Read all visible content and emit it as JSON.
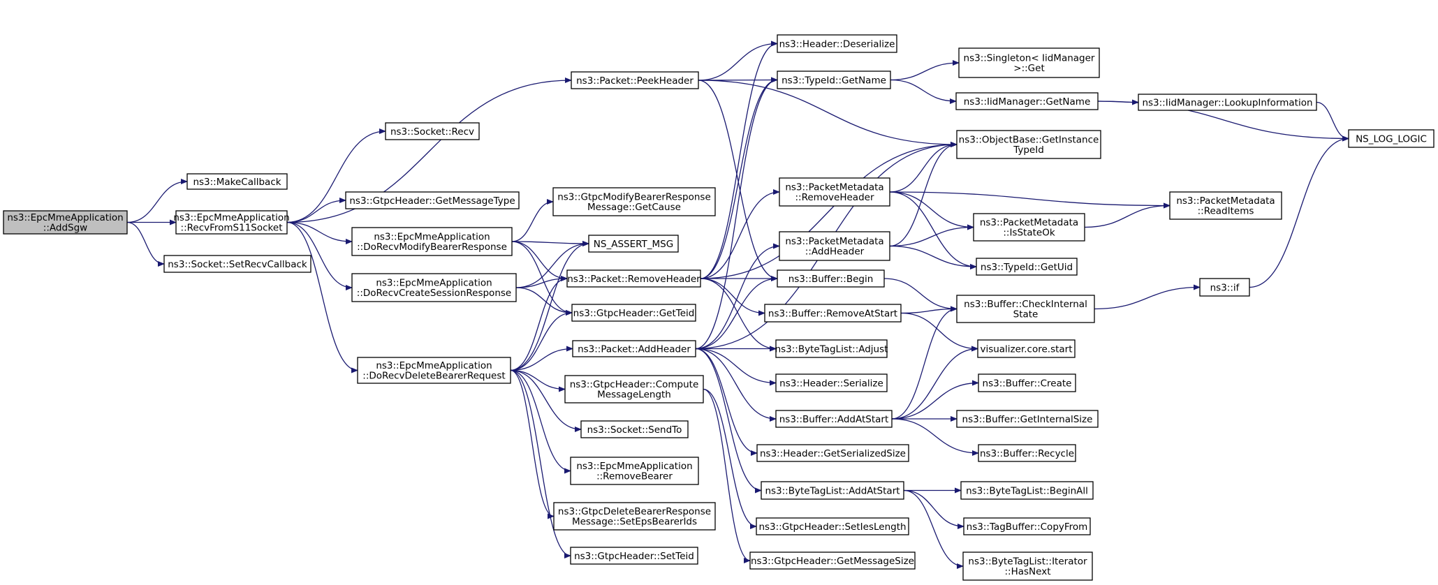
{
  "colors": {
    "edge": "#191970",
    "node_border": "#000000",
    "node_border_red": "#ff0000",
    "root_fill": "#bfbfbf",
    "node_fill": "#ffffff"
  },
  "nodes": [
    {
      "id": "root",
      "lines": [
        "ns3::EpcMmeApplication",
        "::AddSgw"
      ],
      "style": "root"
    },
    {
      "id": "makecallback",
      "lines": [
        "ns3::MakeCallback"
      ],
      "style": "normal"
    },
    {
      "id": "recvfroms11",
      "lines": [
        "ns3::EpcMmeApplication",
        "::RecvFromS11Socket"
      ],
      "style": "normal"
    },
    {
      "id": "setrecvcallback",
      "lines": [
        "ns3::Socket::SetRecvCallback"
      ],
      "style": "normal"
    },
    {
      "id": "socketrecv",
      "lines": [
        "ns3::Socket::Recv"
      ],
      "style": "normal"
    },
    {
      "id": "getmessagetype",
      "lines": [
        "ns3::GtpcHeader::GetMessageType"
      ],
      "style": "normal"
    },
    {
      "id": "dorecvmodify",
      "lines": [
        "ns3::EpcMmeApplication",
        "::DoRecvModifyBearerResponse"
      ],
      "style": "normal"
    },
    {
      "id": "dorecvcreate",
      "lines": [
        "ns3::EpcMmeApplication",
        "::DoRecvCreateSessionResponse"
      ],
      "style": "normal"
    },
    {
      "id": "dorecvdelete",
      "lines": [
        "ns3::EpcMmeApplication",
        "::DoRecvDeleteBearerRequest"
      ],
      "style": "normal"
    },
    {
      "id": "peekheader",
      "lines": [
        "ns3::Packet::PeekHeader"
      ],
      "style": "normal"
    },
    {
      "id": "getcause",
      "lines": [
        "ns3::GtpcModifyBearerResponse",
        "Message::GetCause"
      ],
      "style": "normal"
    },
    {
      "id": "nsassert",
      "lines": [
        "NS_ASSERT_MSG"
      ],
      "style": "normal"
    },
    {
      "id": "removeheader",
      "lines": [
        "ns3::Packet::RemoveHeader"
      ],
      "style": "normal"
    },
    {
      "id": "getteid",
      "lines": [
        "ns3::GtpcHeader::GetTeid"
      ],
      "style": "normal"
    },
    {
      "id": "addheader",
      "lines": [
        "ns3::Packet::AddHeader"
      ],
      "style": "normal"
    },
    {
      "id": "computemsglen",
      "lines": [
        "ns3::GtpcHeader::Compute",
        "MessageLength"
      ],
      "style": "normal"
    },
    {
      "id": "sendto",
      "lines": [
        "ns3::Socket::SendTo"
      ],
      "style": "normal"
    },
    {
      "id": "removebearer",
      "lines": [
        "ns3::EpcMmeApplication",
        "::RemoveBearer"
      ],
      "style": "normal"
    },
    {
      "id": "seteps",
      "lines": [
        "ns3::GtpcDeleteBearerResponse",
        "Message::SetEpsBearerIds"
      ],
      "style": "normal"
    },
    {
      "id": "setteid",
      "lines": [
        "ns3::GtpcHeader::SetTeid"
      ],
      "style": "normal"
    },
    {
      "id": "deserialize",
      "lines": [
        "ns3::Header::Deserialize"
      ],
      "style": "normal"
    },
    {
      "id": "typeidgetname",
      "lines": [
        "ns3::TypeId::GetName"
      ],
      "style": "normal"
    },
    {
      "id": "pmremoveheader",
      "lines": [
        "ns3::PacketMetadata",
        "::RemoveHeader"
      ],
      "style": "normal"
    },
    {
      "id": "pmaddheader",
      "lines": [
        "ns3::PacketMetadata",
        "::AddHeader"
      ],
      "style": "red"
    },
    {
      "id": "bufferbegin",
      "lines": [
        "ns3::Buffer::Begin"
      ],
      "style": "normal"
    },
    {
      "id": "removeatstart",
      "lines": [
        "ns3::Buffer::RemoveAtStart"
      ],
      "style": "normal"
    },
    {
      "id": "btladjust",
      "lines": [
        "ns3::ByteTagList::Adjust"
      ],
      "style": "normal"
    },
    {
      "id": "hdrserialize",
      "lines": [
        "ns3::Header::Serialize"
      ],
      "style": "normal"
    },
    {
      "id": "addatstart",
      "lines": [
        "ns3::Buffer::AddAtStart"
      ],
      "style": "normal"
    },
    {
      "id": "getserializedsize",
      "lines": [
        "ns3::Header::GetSerializedSize"
      ],
      "style": "normal"
    },
    {
      "id": "btladdatstart",
      "lines": [
        "ns3::ByteTagList::AddAtStart"
      ],
      "style": "red"
    },
    {
      "id": "setieslength",
      "lines": [
        "ns3::GtpcHeader::SetIesLength"
      ],
      "style": "normal"
    },
    {
      "id": "getmessagesize",
      "lines": [
        "ns3::GtpcHeader::GetMessageSize"
      ],
      "style": "normal"
    },
    {
      "id": "singletonget",
      "lines": [
        "ns3::Singleton< IidManager",
        "  >::Get"
      ],
      "style": "normal"
    },
    {
      "id": "iidgetname",
      "lines": [
        "ns3::IidManager::GetName"
      ],
      "style": "normal"
    },
    {
      "id": "getinstancetypeid",
      "lines": [
        "ns3::ObjectBase::GetInstance",
        "TypeId"
      ],
      "style": "normal"
    },
    {
      "id": "isstateok",
      "lines": [
        "ns3::PacketMetadata",
        "::IsStateOk"
      ],
      "style": "red"
    },
    {
      "id": "typeidgetuid",
      "lines": [
        "ns3::TypeId::GetUid"
      ],
      "style": "normal"
    },
    {
      "id": "checkinternal",
      "lines": [
        "ns3::Buffer::CheckInternal",
        "State"
      ],
      "style": "normal"
    },
    {
      "id": "vizstart",
      "lines": [
        "visualizer.core.start"
      ],
      "style": "red"
    },
    {
      "id": "buffercreate",
      "lines": [
        "ns3::Buffer::Create"
      ],
      "style": "red"
    },
    {
      "id": "getinternalsize",
      "lines": [
        "ns3::Buffer::GetInternalSize"
      ],
      "style": "normal"
    },
    {
      "id": "recycle",
      "lines": [
        "ns3::Buffer::Recycle"
      ],
      "style": "red"
    },
    {
      "id": "beginall",
      "lines": [
        "ns3::ByteTagList::BeginAll"
      ],
      "style": "red"
    },
    {
      "id": "copyfrom",
      "lines": [
        "ns3::TagBuffer::CopyFrom"
      ],
      "style": "normal"
    },
    {
      "id": "hasnext",
      "lines": [
        "ns3::ByteTagList::Iterator",
        "::HasNext"
      ],
      "style": "normal"
    },
    {
      "id": "lookupinfo",
      "lines": [
        "ns3::IidManager::LookupInformation"
      ],
      "style": "normal"
    },
    {
      "id": "readitems",
      "lines": [
        "ns3::PacketMetadata",
        "::ReadItems"
      ],
      "style": "red"
    },
    {
      "id": "nsif",
      "lines": [
        "ns3::if"
      ],
      "style": "red"
    },
    {
      "id": "nsloglogic",
      "lines": [
        "NS_LOG_LOGIC"
      ],
      "style": "normal"
    }
  ],
  "edges": [
    [
      "root",
      "makecallback"
    ],
    [
      "root",
      "recvfroms11"
    ],
    [
      "root",
      "setrecvcallback"
    ],
    [
      "recvfroms11",
      "socketrecv"
    ],
    [
      "recvfroms11",
      "getmessagetype"
    ],
    [
      "recvfroms11",
      "dorecvmodify"
    ],
    [
      "recvfroms11",
      "dorecvcreate"
    ],
    [
      "recvfroms11",
      "dorecvdelete"
    ],
    [
      "recvfroms11",
      "peekheader"
    ],
    [
      "dorecvmodify",
      "getcause"
    ],
    [
      "dorecvmodify",
      "nsassert"
    ],
    [
      "dorecvmodify",
      "removeheader"
    ],
    [
      "dorecvmodify",
      "getteid"
    ],
    [
      "dorecvcreate",
      "nsassert"
    ],
    [
      "dorecvcreate",
      "removeheader"
    ],
    [
      "dorecvcreate",
      "getteid"
    ],
    [
      "dorecvdelete",
      "nsassert"
    ],
    [
      "dorecvdelete",
      "removeheader"
    ],
    [
      "dorecvdelete",
      "getteid"
    ],
    [
      "dorecvdelete",
      "addheader"
    ],
    [
      "dorecvdelete",
      "computemsglen"
    ],
    [
      "dorecvdelete",
      "sendto"
    ],
    [
      "dorecvdelete",
      "removebearer"
    ],
    [
      "dorecvdelete",
      "seteps"
    ],
    [
      "dorecvdelete",
      "setteid"
    ],
    [
      "peekheader",
      "deserialize"
    ],
    [
      "peekheader",
      "typeidgetname"
    ],
    [
      "peekheader",
      "getinstancetypeid"
    ],
    [
      "peekheader",
      "bufferbegin"
    ],
    [
      "removeheader",
      "deserialize"
    ],
    [
      "removeheader",
      "typeidgetname"
    ],
    [
      "removeheader",
      "getinstancetypeid"
    ],
    [
      "removeheader",
      "pmremoveheader"
    ],
    [
      "removeheader",
      "bufferbegin"
    ],
    [
      "removeheader",
      "removeatstart"
    ],
    [
      "removeheader",
      "btladjust"
    ],
    [
      "addheader",
      "typeidgetname"
    ],
    [
      "addheader",
      "getinstancetypeid"
    ],
    [
      "addheader",
      "pmaddheader"
    ],
    [
      "addheader",
      "bufferbegin"
    ],
    [
      "addheader",
      "btladjust"
    ],
    [
      "addheader",
      "hdrserialize"
    ],
    [
      "addheader",
      "addatstart"
    ],
    [
      "addheader",
      "getserializedsize"
    ],
    [
      "addheader",
      "btladdatstart"
    ],
    [
      "computemsglen",
      "setieslength"
    ],
    [
      "computemsglen",
      "getmessagesize"
    ],
    [
      "typeidgetname",
      "singletonget"
    ],
    [
      "typeidgetname",
      "iidgetname"
    ],
    [
      "iidgetname",
      "lookupinfo"
    ],
    [
      "iidgetname",
      "nsloglogic"
    ],
    [
      "lookupinfo",
      "nsloglogic"
    ],
    [
      "pmremoveheader",
      "getinstancetypeid"
    ],
    [
      "pmremoveheader",
      "isstateok"
    ],
    [
      "pmremoveheader",
      "readitems"
    ],
    [
      "pmremoveheader",
      "typeidgetuid"
    ],
    [
      "pmaddheader",
      "getinstancetypeid"
    ],
    [
      "pmaddheader",
      "isstateok"
    ],
    [
      "pmaddheader",
      "typeidgetuid"
    ],
    [
      "isstateok",
      "readitems"
    ],
    [
      "bufferbegin",
      "checkinternal"
    ],
    [
      "removeatstart",
      "checkinternal"
    ],
    [
      "removeatstart",
      "vizstart"
    ],
    [
      "addatstart",
      "checkinternal"
    ],
    [
      "addatstart",
      "vizstart"
    ],
    [
      "addatstart",
      "buffercreate"
    ],
    [
      "addatstart",
      "getinternalsize"
    ],
    [
      "addatstart",
      "recycle"
    ],
    [
      "btladdatstart",
      "beginall"
    ],
    [
      "btladdatstart",
      "copyfrom"
    ],
    [
      "btladdatstart",
      "hasnext"
    ],
    [
      "checkinternal",
      "nsif"
    ],
    [
      "nsif",
      "nsloglogic"
    ]
  ]
}
